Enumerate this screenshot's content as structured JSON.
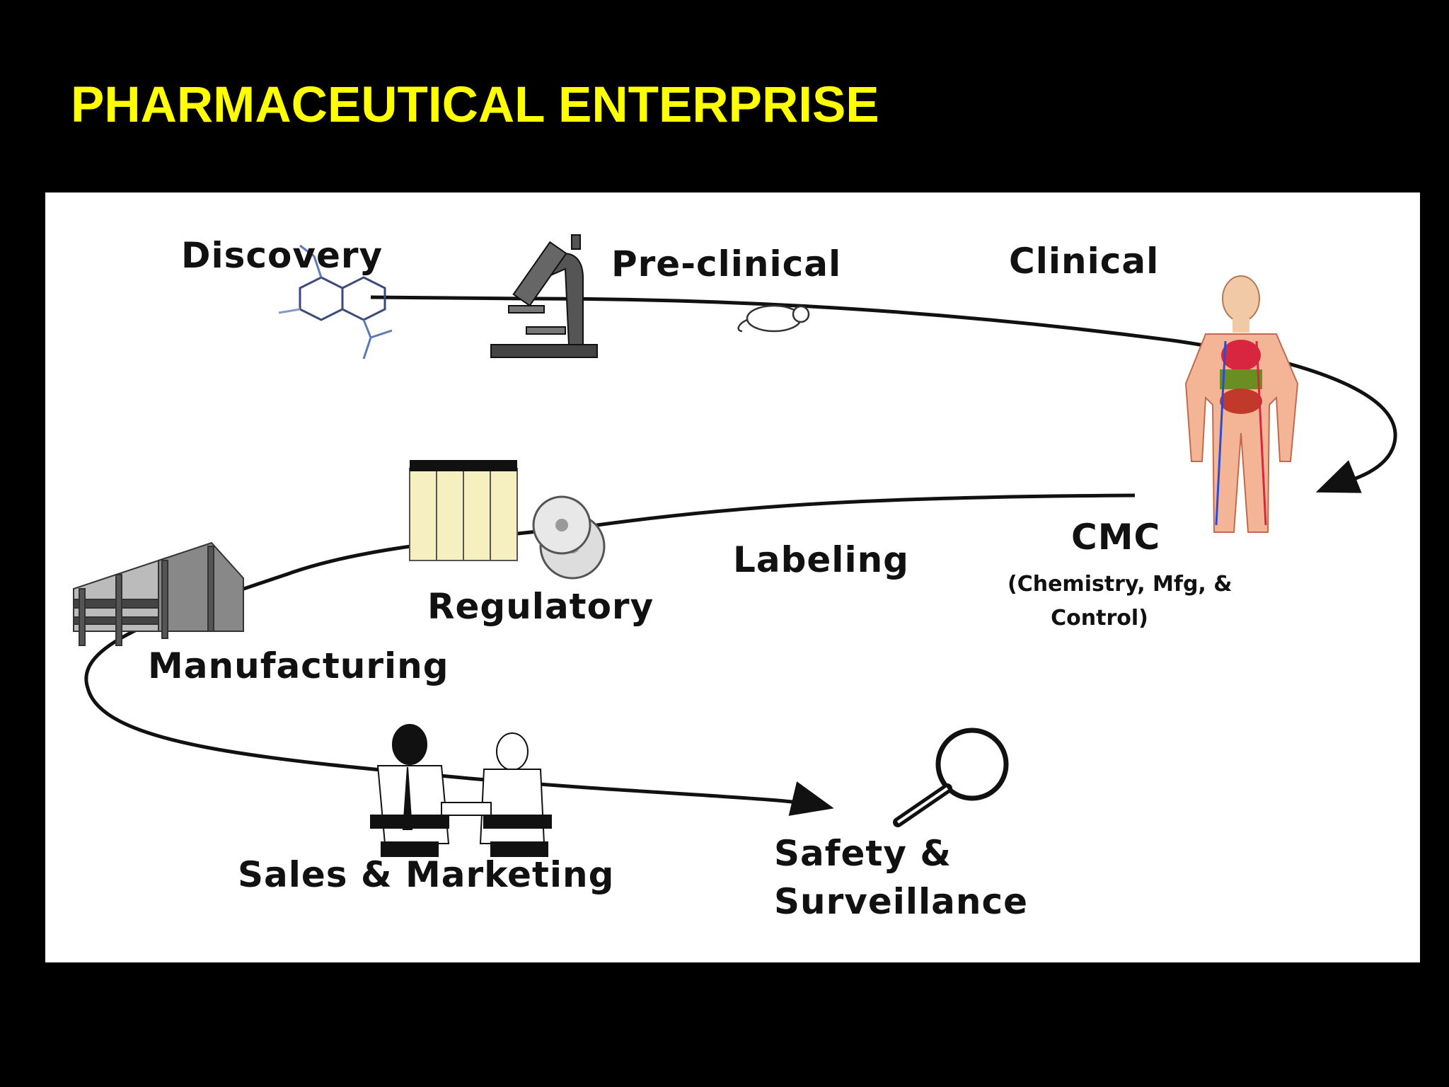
{
  "slide": {
    "title": "PHARMACEUTICAL ENTERPRISE"
  },
  "stages": {
    "discovery": "Discovery",
    "preclinical": "Pre-clinical",
    "clinical": "Clinical",
    "cmc": "CMC",
    "cmc_detail_line1": "(Chemistry, Mfg, &",
    "cmc_detail_line2": "Control)",
    "labeling": "Labeling",
    "regulatory": "Regulatory",
    "manufacturing": "Manufacturing",
    "sales_marketing": "Sales & Marketing",
    "safety_line1": "Safety &",
    "safety_line2": "Surveillance"
  },
  "icons": {
    "discovery": "molecule-icon",
    "preclinical": "microscope-icon",
    "animal": "mouse-icon",
    "clinical": "human-body-icon",
    "regulatory": "binders-and-discs-icon",
    "manufacturing": "factory-icon",
    "sales": "handshake-icon",
    "safety": "magnifying-glass-icon"
  }
}
